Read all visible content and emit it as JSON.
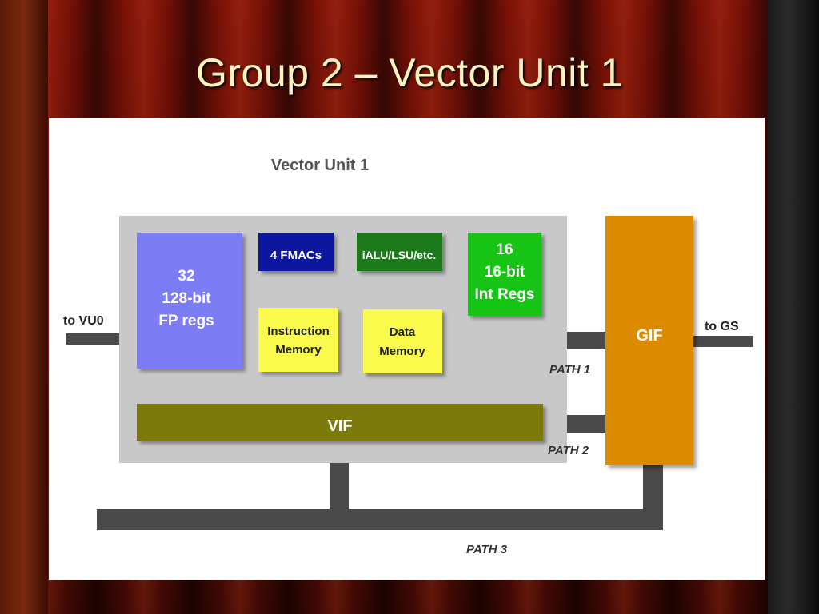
{
  "slide": {
    "title": "Group 2 – Vector Unit 1"
  },
  "diagram": {
    "heading": "Vector Unit 1",
    "fp_regs": {
      "line1": "32",
      "line2": "128-bit",
      "line3": "FP regs"
    },
    "fmacs": "4 FMACs",
    "ialu": "iALU/LSU/etc.",
    "int_regs": {
      "line1": "16",
      "line2": "16-bit",
      "line3": "Int Regs"
    },
    "instruction_memory": {
      "line1": "Instruction",
      "line2": "Memory"
    },
    "data_memory": {
      "line1": "Data",
      "line2": "Memory"
    },
    "vif": "VIF",
    "gif": "GIF",
    "to_vu0": "to VU0",
    "to_gs": "to GS",
    "path1": "PATH 1",
    "path2": "PATH 2",
    "path3": "PATH 3",
    "colors": {
      "unit_bg": "#c8c8c8",
      "fp_regs": "#7b7df5",
      "fmacs": "#0d129e",
      "ialu": "#1c7a1c",
      "int_regs": "#17c417",
      "memory": "#fbfb4d",
      "vif": "#7c7a0e",
      "gif": "#dc8a06",
      "bus": "#4a4a4a"
    }
  }
}
